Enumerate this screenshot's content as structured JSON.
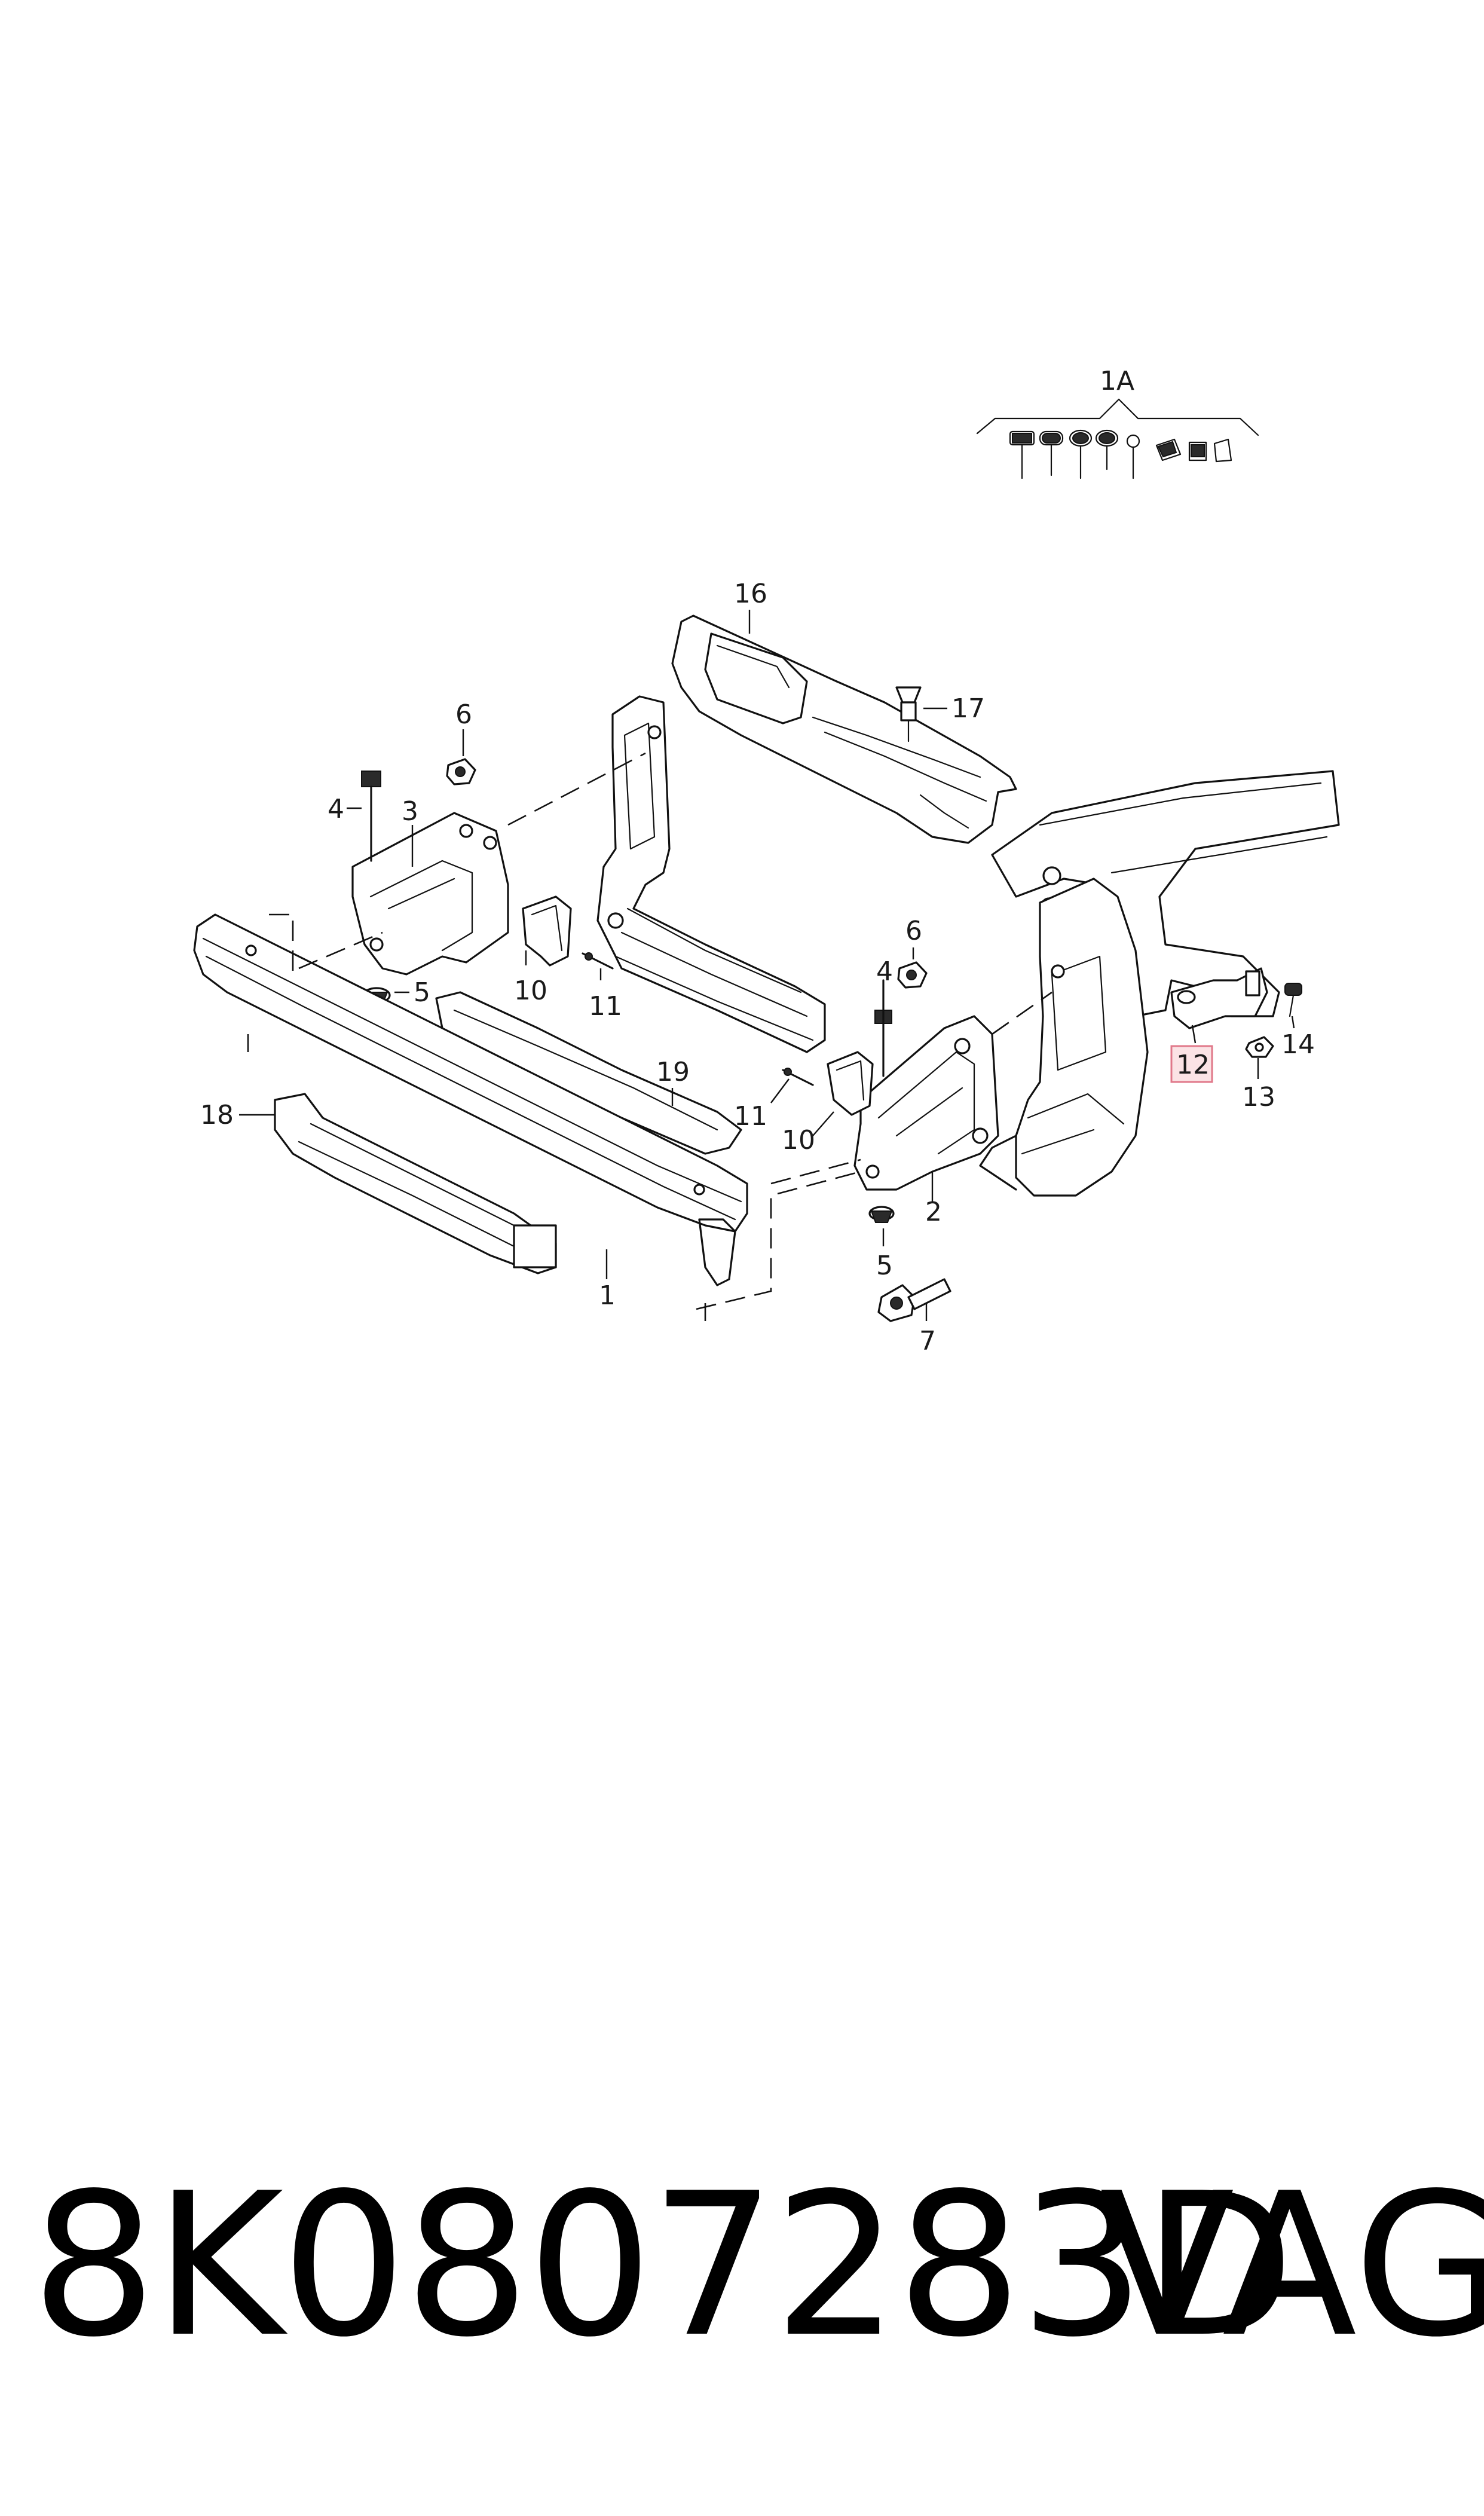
{
  "callouts": {
    "c1A": "1A",
    "c16": "16",
    "c17": "17",
    "c6a": "6",
    "c4a": "4",
    "c3": "3",
    "c5a": "5",
    "c10a": "10",
    "c11a": "11",
    "c6b": "6",
    "c4b": "4",
    "c19": "19",
    "c11b": "11",
    "c10b": "10",
    "c18": "18",
    "c2": "2",
    "c5b": "5",
    "c1": "1",
    "c7": "7",
    "c12": "12",
    "c13": "13",
    "c14": "14"
  },
  "footer": {
    "part_number": "8K0807283D",
    "brand": "VAG"
  },
  "colors": {
    "line": "#111111",
    "highlight_fill": "#fbe3e5",
    "highlight_stroke": "#e0788a"
  }
}
